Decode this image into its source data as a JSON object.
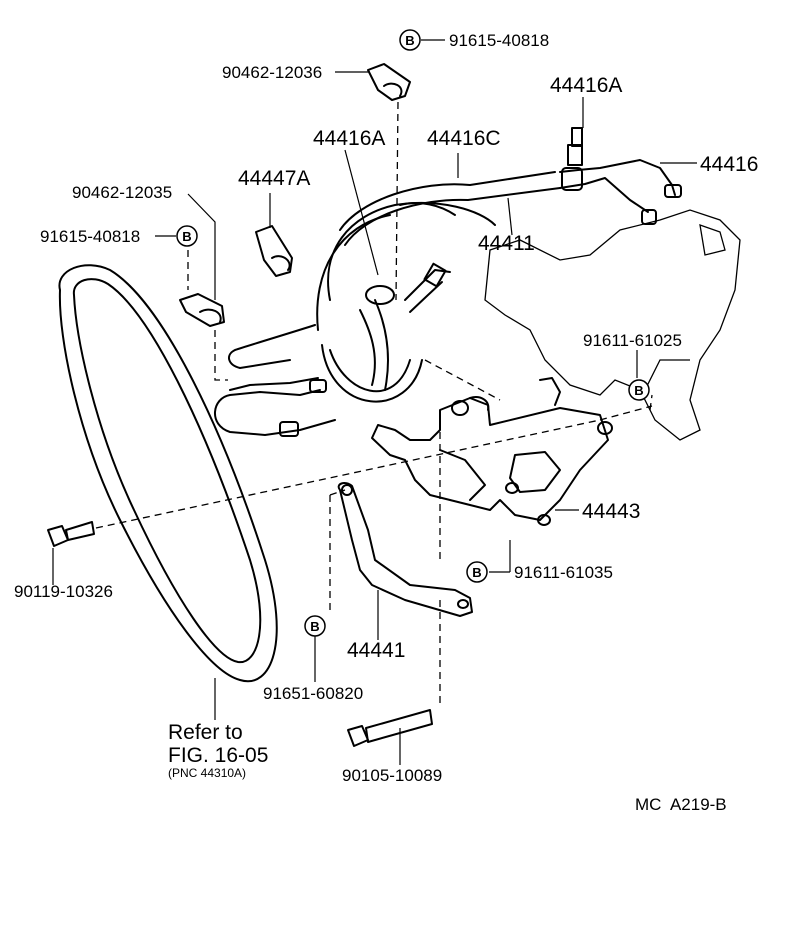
{
  "part_labels": {
    "p_91615_40818_top": "91615-40818",
    "p_90462_12036": "90462-12036",
    "p_44416A_top": "44416A",
    "p_44416A_mid": "44416A",
    "p_44416C": "44416C",
    "p_44416": "44416",
    "p_44447A": "44447A",
    "p_90462_12035": "90462-12035",
    "p_91615_40818_left": "91615-40818",
    "p_44411": "44411",
    "p_91611_61025": "91611-61025",
    "p_44443": "44443",
    "p_91611_61035": "91611-61035",
    "p_90119_10326": "90119-10326",
    "p_44441": "44441",
    "p_91651_60820": "91651-60820",
    "p_90105_10089": "90105-10089"
  },
  "bolt_marker": "B",
  "reference_note": {
    "line1": "Refer to",
    "line2": "FIG. 16-05",
    "line3": "(PNC 44310A)"
  },
  "diagram_code": "MC  A219-B"
}
